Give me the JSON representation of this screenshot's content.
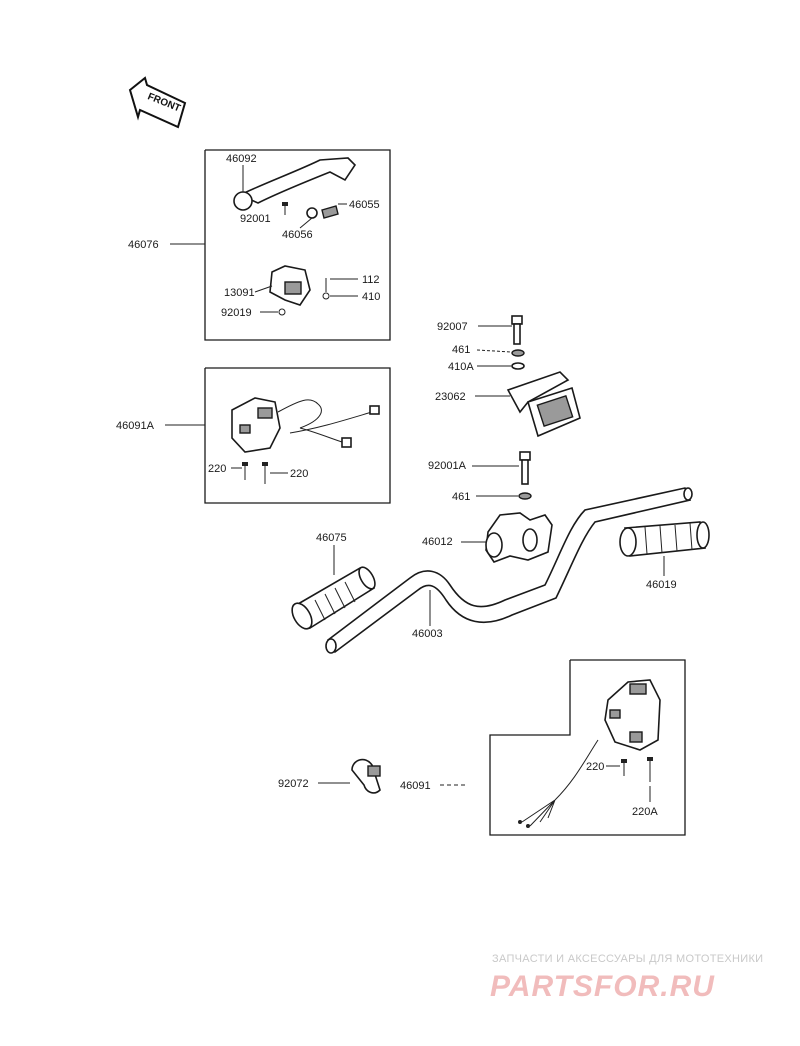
{
  "front_label": "FRONT",
  "parts": {
    "p46092": "46092",
    "p92001": "92001",
    "p46055": "46055",
    "p46056": "46056",
    "p46076": "46076",
    "p112": "112",
    "p13091": "13091",
    "p410": "410",
    "p92019": "92019",
    "p92007": "92007",
    "p461a": "461",
    "p410A": "410A",
    "p23062": "23062",
    "p46091A": "46091A",
    "p220a": "220",
    "p220b": "220",
    "p92001A": "92001A",
    "p461b": "461",
    "p46075": "46075",
    "p46012": "46012",
    "p46019": "46019",
    "p46003": "46003",
    "p92072": "92072",
    "p46091": "46091",
    "p220c": "220",
    "p220A": "220A"
  },
  "watermark": {
    "line1": "ЗАПЧАСТИ И АКСЕССУАРЫ ДЛЯ МОТОТЕХНИКИ",
    "line2": "PARTSFOR.RU"
  }
}
